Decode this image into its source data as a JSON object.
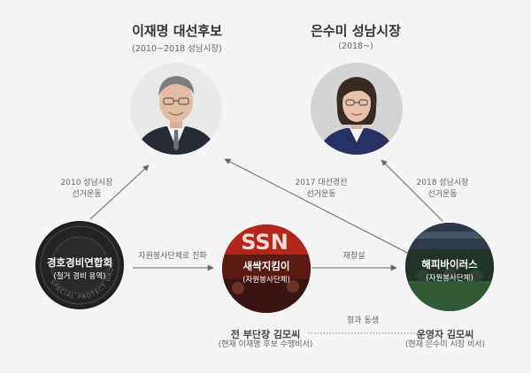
{
  "lee": {
    "title": "이재명 대선후보",
    "subtitle": "(2010~2018 성남시장)"
  },
  "eun": {
    "title": "은수미 성남시장",
    "subtitle": "(2018~)"
  },
  "edges": {
    "left_line1": "2010 성남시장",
    "left_line2": "선거운동",
    "mid_line1": "2017 대선경선",
    "mid_line2": "선거운동",
    "right_line1": "2018 성남시장",
    "right_line2": "선거운동",
    "evolve": "자원봉사단체로 진화",
    "restart": "재창설",
    "brothers": "형과 동생"
  },
  "nodes": {
    "guard": {
      "name": "경호경비연합회",
      "desc": "(철거 경비 용역)",
      "ring_text": "SPECIAL PROTECT GROUP"
    },
    "saessak": {
      "name": "새싹지킴이",
      "desc": "(자원봉사단체)",
      "sign": "SSN"
    },
    "happy": {
      "name": "해피바이러스",
      "desc": "(자원봉사단체)"
    }
  },
  "people": {
    "kim1": {
      "name": "전 부단장 김모씨",
      "desc": "(현재 이재명 후보 수행비서)"
    },
    "kim2": {
      "name": "운영자 김모씨",
      "desc": "(현재 은수미 시장 비서)"
    }
  }
}
